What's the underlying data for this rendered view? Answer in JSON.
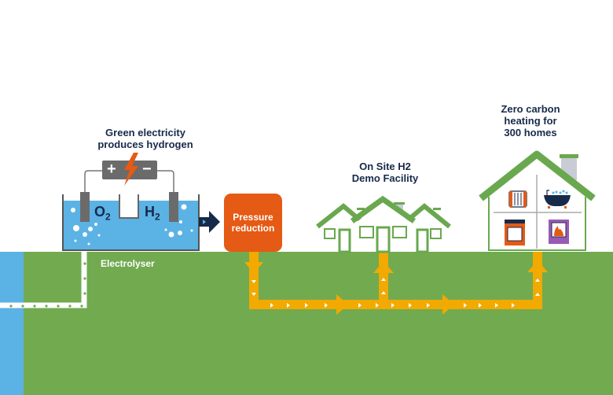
{
  "labels": {
    "green_electricity": [
      "Green electricity",
      "produces hydrogen"
    ],
    "electrolyser": "Electrolyser",
    "pressure_reduction": [
      "Pressure",
      "reduction"
    ],
    "demo_facility": [
      "On Site H2",
      "Demo Facility"
    ],
    "zero_carbon": [
      "Zero carbon",
      "heating for",
      "300 homes"
    ]
  },
  "electrolyser": {
    "left_gas": "O",
    "left_sub": "2",
    "right_gas": "H",
    "right_sub": "2",
    "battery_plus": "+",
    "battery_minus": "−"
  },
  "colors": {
    "ground": "#72aa50",
    "water": "#5bb2e5",
    "pipe": "#f2a900",
    "pressure_box": "#e55a14",
    "text_dark": "#172a4a",
    "house_green": "#6aa84f"
  },
  "appliances": [
    "radiator-icon",
    "bathtub-icon",
    "oven-icon",
    "fireplace-icon"
  ]
}
